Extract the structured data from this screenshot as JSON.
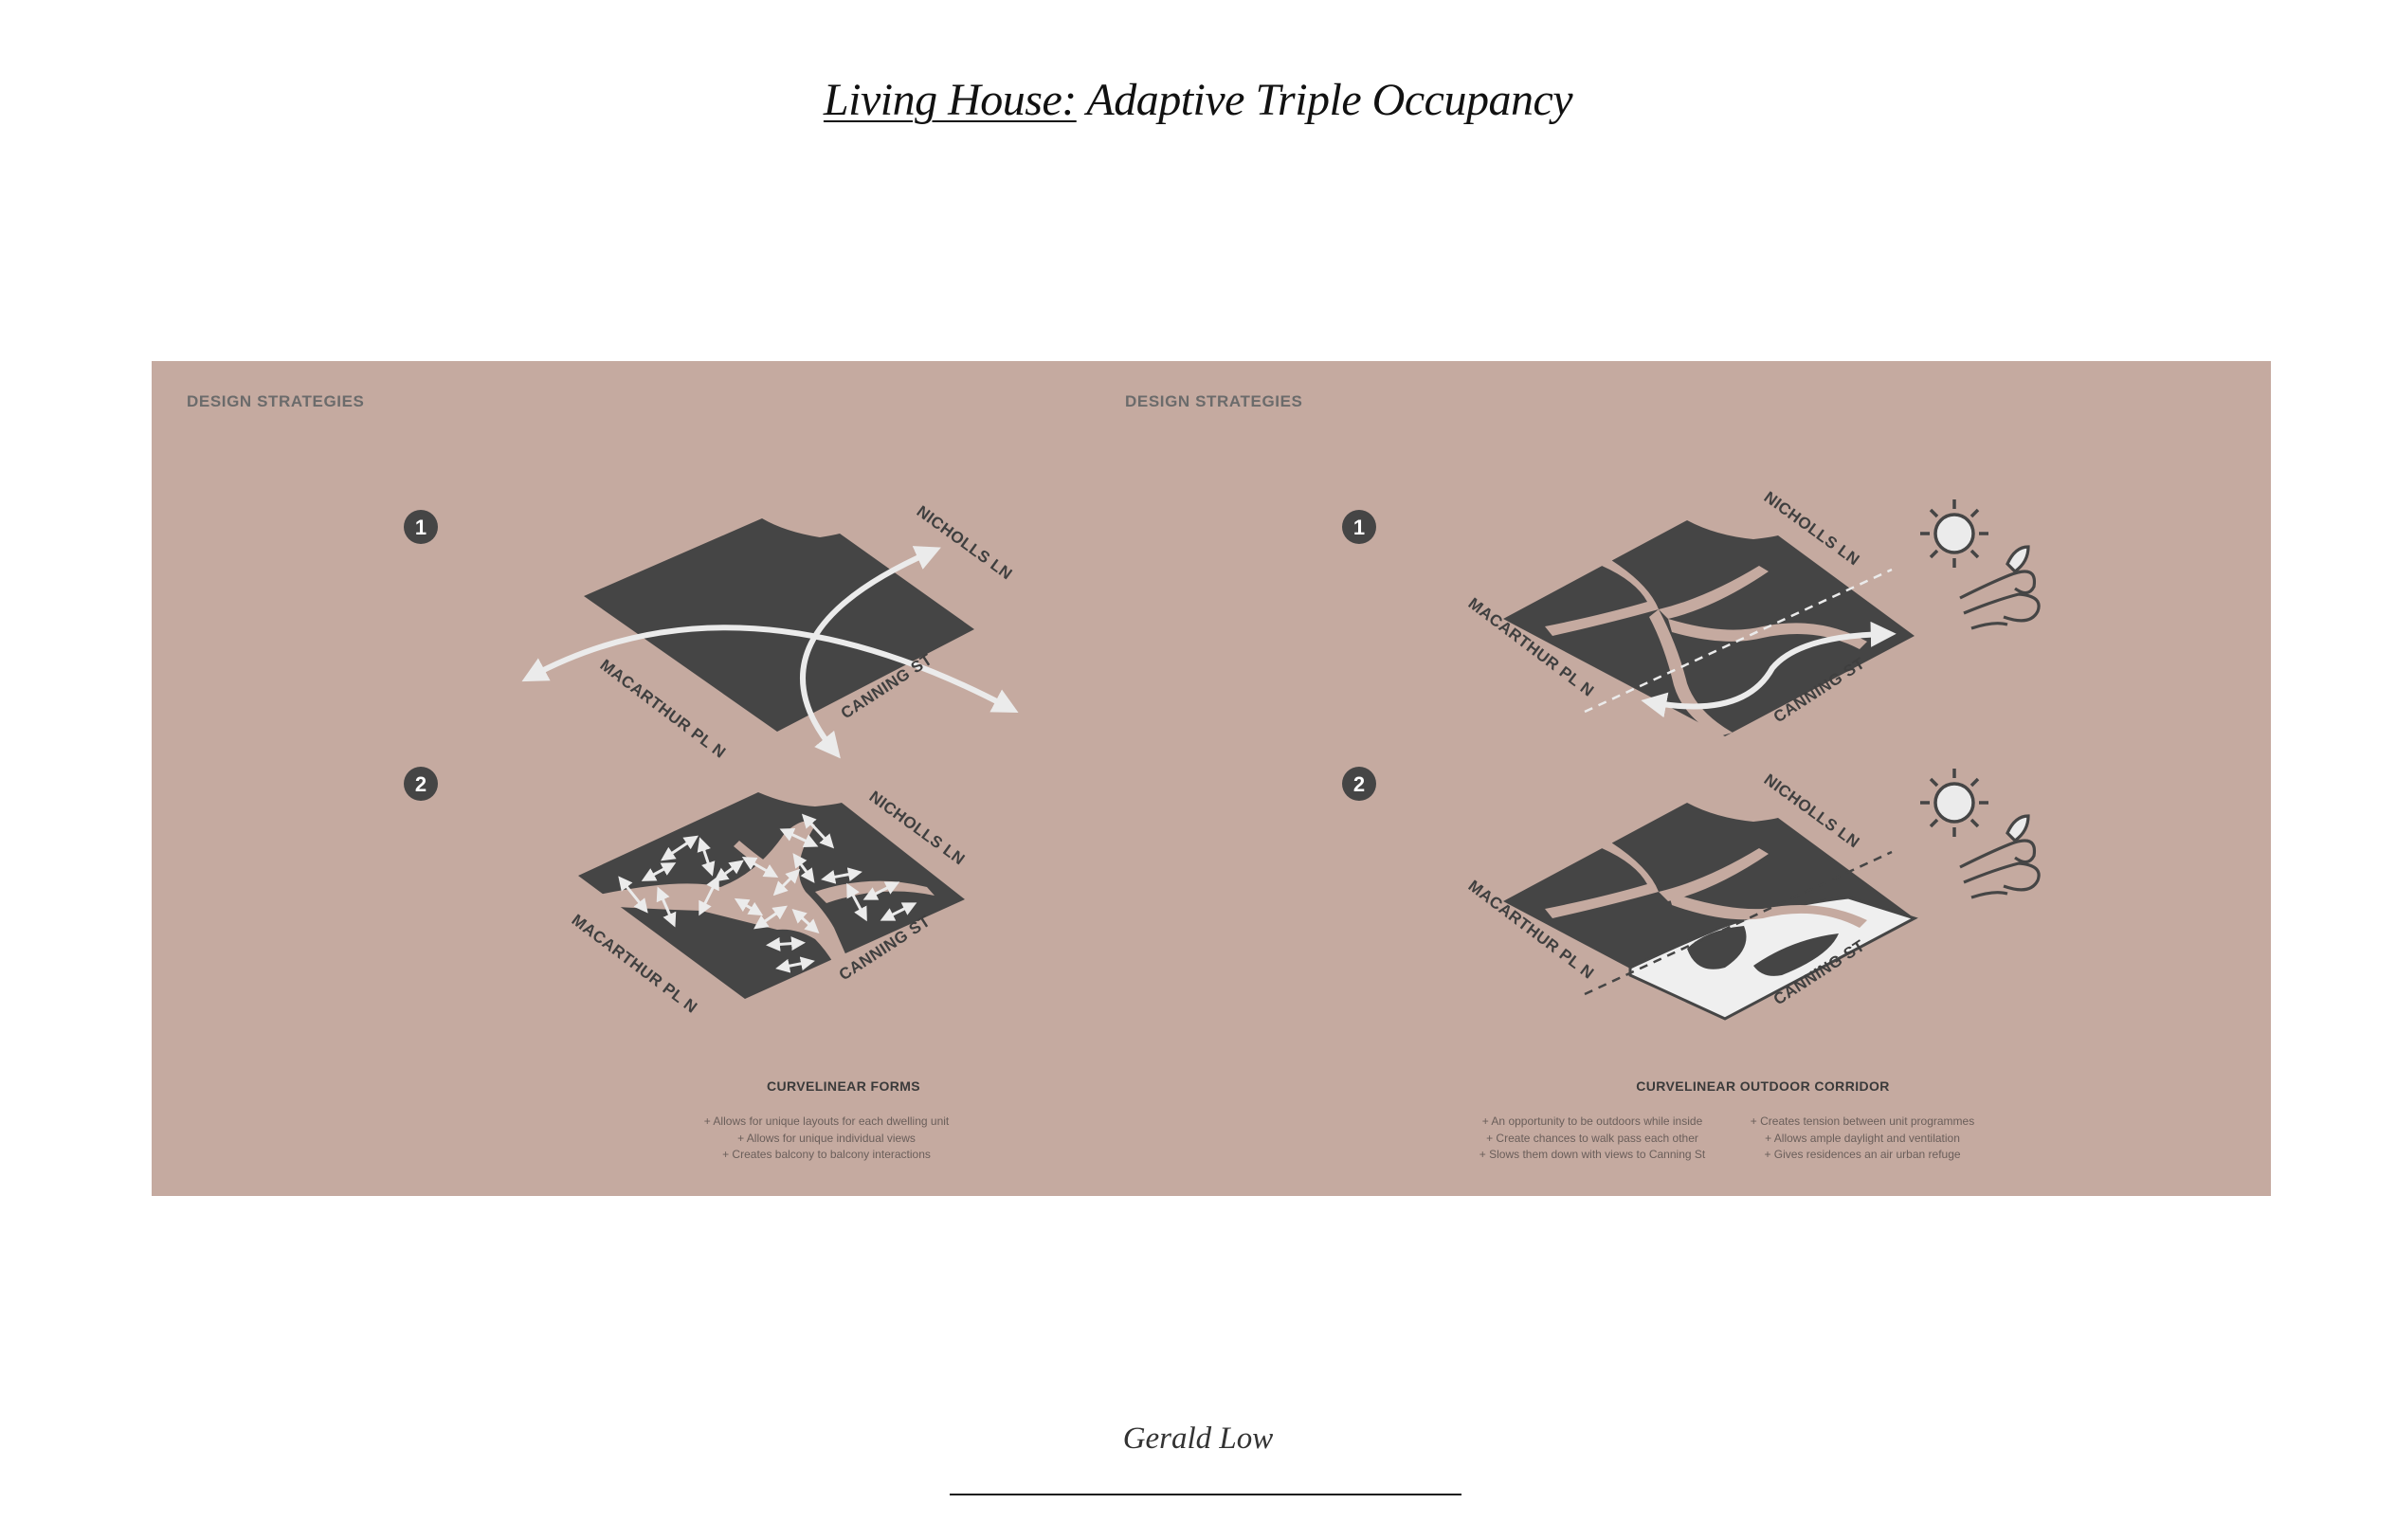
{
  "title": {
    "underlined": "Living House:",
    "rest": " Adaptive Triple Occupancy"
  },
  "colors": {
    "panel_background": "#c5aaa0",
    "site_fill": "#454545",
    "arrow_fill": "#ebebeb",
    "outdoor_fill": "#efefef"
  },
  "left_panel": {
    "heading": "DESIGN STRATEGIES",
    "steps": [
      "1",
      "2"
    ],
    "streets": {
      "north": "NICHOLLS LN",
      "west": "MACARTHUR PL N",
      "south": "CANNING ST"
    },
    "caption_title": "CURVELINEAR FORMS",
    "caption_lines": [
      "+ Allows for unique layouts for each dwelling unit",
      "+ Allows for unique individual views",
      "+ Creates balcony to balcony interactions"
    ]
  },
  "right_panel": {
    "heading": "DESIGN STRATEGIES",
    "steps": [
      "1",
      "2"
    ],
    "streets": {
      "north": "NICHOLLS LN",
      "west": "MACARTHUR PL N",
      "south": "CANNING ST"
    },
    "icons": [
      "sun-icon",
      "wind-leaf-icon"
    ],
    "caption_title": "CURVELINEAR OUTDOOR CORRIDOR",
    "caption_col1": [
      "+ An opportunity to be outdoors while inside",
      "+ Create chances to walk pass each other",
      "+ Slows them down with views to Canning St"
    ],
    "caption_col2": [
      "+ Creates tension between unit programmes",
      "+ Allows ample daylight and ventilation",
      "+ Gives residences an air urban refuge"
    ]
  },
  "author": "Gerald Low"
}
